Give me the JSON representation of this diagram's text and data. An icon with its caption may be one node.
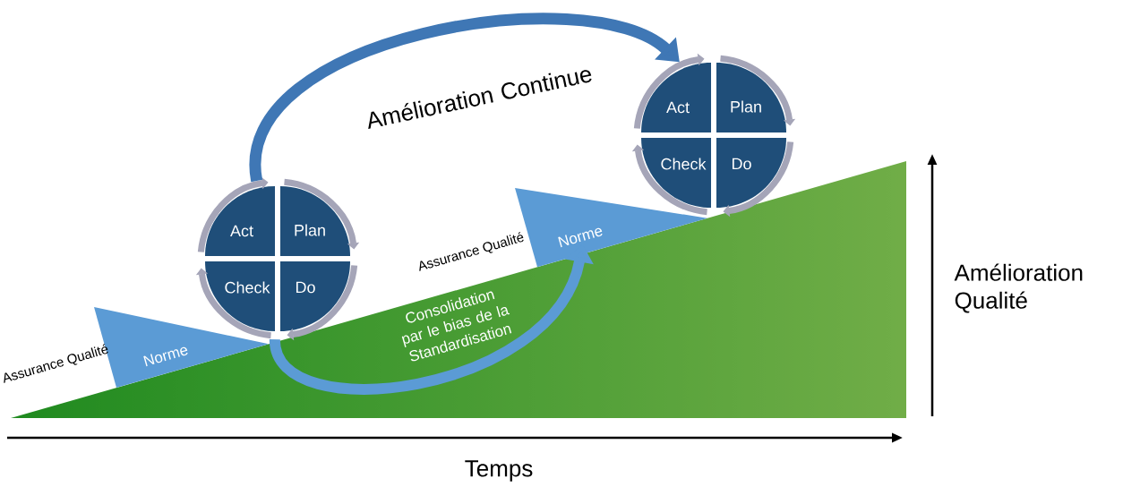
{
  "diagram": {
    "nodes": [
      {
        "text": [
          "Norme"
        ],
        "beside": [
          "Assurance Qualité"
        ]
      },
      {
        "text": [
          "Act",
          "Plan",
          "Check",
          "Do"
        ]
      },
      {
        "text": [
          "Norme"
        ],
        "beside": [
          "Assurance Qualité"
        ]
      },
      {
        "text": [
          "Act",
          "Plan",
          "Check",
          "Do"
        ]
      }
    ],
    "edges": [
      {
        "from": 1,
        "to": 3,
        "arrow": "to",
        "label": "Amélioration Continue",
        "color": "#3f77b5"
      },
      {
        "from": 1,
        "to": 2,
        "arrow": "to",
        "label": "Consolidation par le bias de la Standardisation",
        "color": "#5b9bd5"
      }
    ],
    "labels": [
      "Amélioration Qualité",
      "Temps"
    ]
  }
}
